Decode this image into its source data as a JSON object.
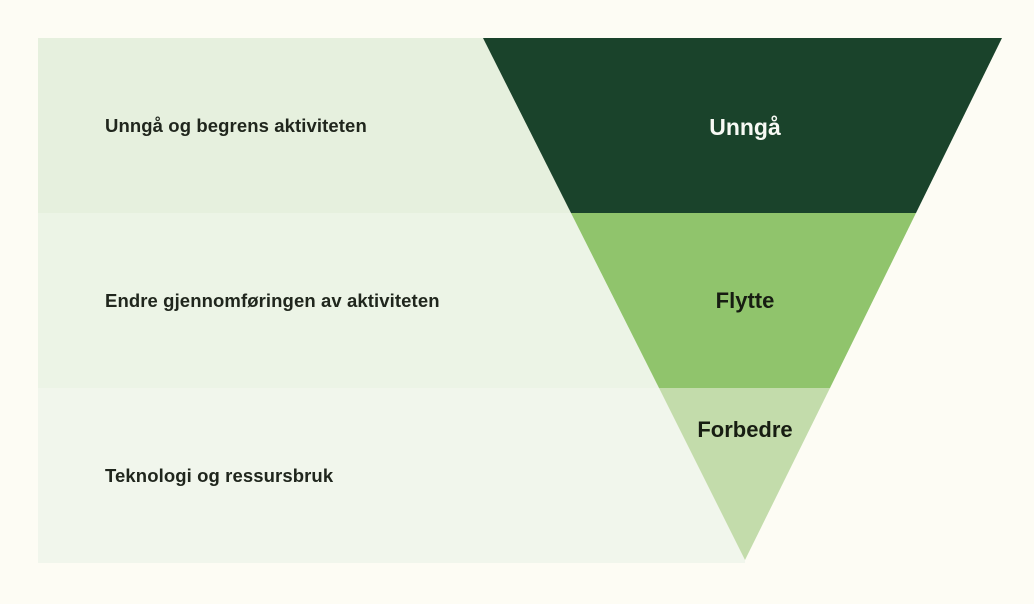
{
  "diagram": {
    "rows": [
      {
        "label": "Unngå og begrens aktiviteten",
        "stage": "Unngå"
      },
      {
        "label": "Endre gjennomføringen av aktiviteten",
        "stage": "Flytte"
      },
      {
        "label": "Teknologi og ressursbruk",
        "stage": "Forbedre"
      }
    ],
    "colors": {
      "background": "#fdfcf4",
      "row1_band": "#e6f0de",
      "row2_band": "#ecf4e6",
      "row3_band": "#f1f6ec",
      "funnel_top": "#1a432b",
      "funnel_mid": "#90c46c",
      "funnel_bottom": "#c3dcab",
      "stage_text_light": "#f7f9f4",
      "stage_text_dark": "#171d12",
      "row_label_text": "#20261d"
    }
  }
}
